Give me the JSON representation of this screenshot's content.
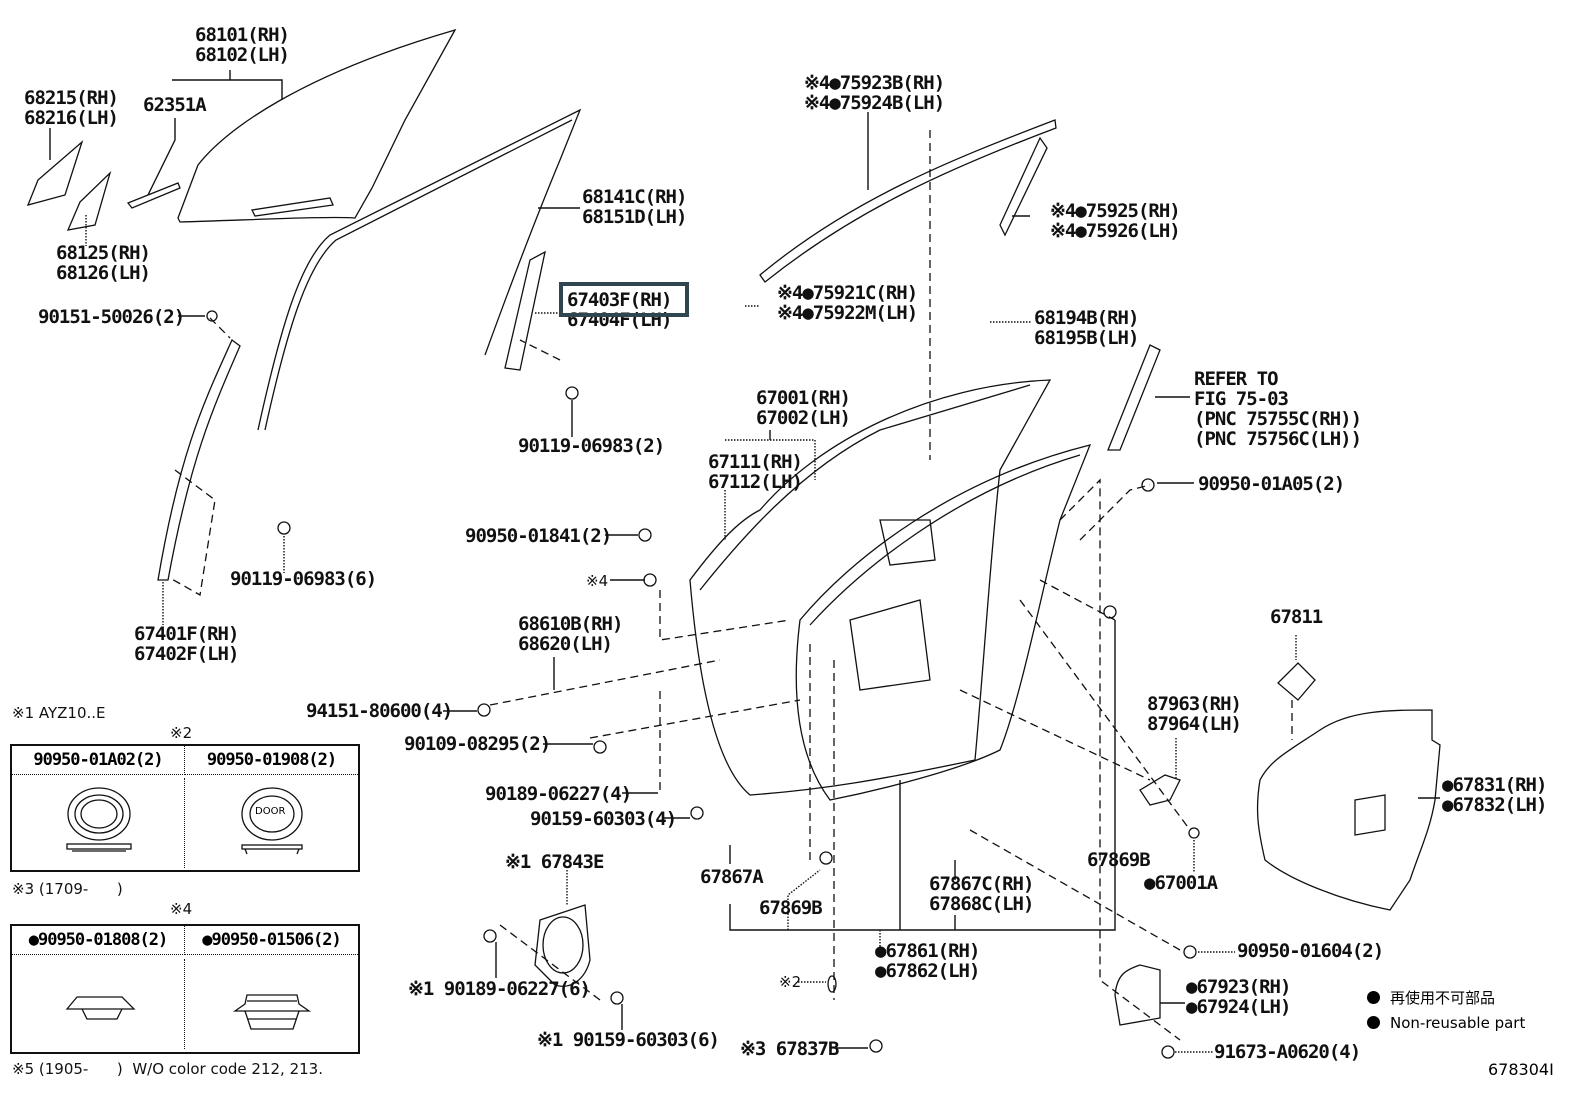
{
  "diagram": {
    "figure_number": "678304I",
    "highlighted_part": "67403F(RH)",
    "highlight_color": "#2f4550",
    "callouts": {
      "c68101": [
        "68101(RH)",
        "68102(LH)"
      ],
      "c62351": [
        "62351A"
      ],
      "c68215": [
        "68215(RH)",
        "68216(LH)"
      ],
      "c68125": [
        "68125(RH)",
        "68126(LH)"
      ],
      "c68141": [
        "68141C(RH)",
        "68151D(LH)"
      ],
      "c67403": [
        "67403F(RH)",
        "67404F(LH)"
      ],
      "c90151": [
        "90151-50026(2)"
      ],
      "c90119a": [
        "90119-06983(2)"
      ],
      "c90119b": [
        "90119-06983(6)"
      ],
      "c67401": [
        "67401F(RH)",
        "67402F(LH)"
      ],
      "c75923": [
        "※4●75923B(RH)",
        "※4●75924B(LH)"
      ],
      "c75925": [
        "※4●75925(RH)",
        "※4●75926(LH)"
      ],
      "c75921": [
        "※4●75921C(RH)",
        "※4●75922M(LH)"
      ],
      "c68194": [
        "68194B(RH)",
        "68195B(LH)"
      ],
      "refer": [
        "REFER TO",
        "FIG 75-03",
        "(PNC 75755C(RH))",
        "(PNC 75756C(LH))"
      ],
      "c67001": [
        "67001(RH)",
        "67002(LH)"
      ],
      "c67111": [
        "67111(RH)",
        "67112(LH)"
      ],
      "c90950a05": [
        "90950-01A05(2)"
      ],
      "c90950_01841": [
        "90950-01841(2)"
      ],
      "cx4": [
        "※4"
      ],
      "c68610": [
        "68610B(RH)",
        "68620(LH)"
      ],
      "c94151": [
        "94151-80600(4)"
      ],
      "c90109": [
        "90109-08295(2)"
      ],
      "c90189a": [
        "90189-06227(4)"
      ],
      "c90159a": [
        "90159-60303(4)"
      ],
      "c67843": [
        "※1 67843E"
      ],
      "c90189b": [
        "※1 90189-06227(6)"
      ],
      "c90159b": [
        "※1 90159-60303(6)"
      ],
      "c67867a": [
        "67867A"
      ],
      "c67869b_l": [
        "67869B"
      ],
      "cx2": [
        "※2"
      ],
      "c67837": [
        "※3 67837B"
      ],
      "c67867c": [
        "67867C(RH)",
        "67868C(LH)"
      ],
      "c67861": [
        "●67861(RH)",
        "●67862(LH)"
      ],
      "c67869b_r": [
        "67869B"
      ],
      "c67001a": [
        "●67001A"
      ],
      "c90950_01604": [
        "90950-01604(2)"
      ],
      "c67923": [
        "●67923(RH)",
        "●67924(LH)"
      ],
      "c91673": [
        "91673-A0620(4)"
      ],
      "c67811": [
        "67811"
      ],
      "c87963": [
        "87963(RH)",
        "87964(LH)"
      ],
      "c67831": [
        "●67831(RH)",
        "●67832(LH)"
      ]
    },
    "notes": {
      "n1": "※1 AYZ10..E",
      "n2_title": "※2",
      "n3": "※3 (1709-      )",
      "n4_title": "※4",
      "n5": "※5 (1905-      )  W/O color code 212, 213."
    },
    "table_x2": {
      "headers": [
        "90950-01A02(2)",
        "90950-01908(2)"
      ],
      "door_text": "DOOR"
    },
    "table_x4": {
      "headers": [
        "●90950-01808(2)",
        "●90950-01506(2)"
      ]
    },
    "legend": {
      "items": [
        {
          "symbol": "●",
          "text": "再使用不可部品"
        },
        {
          "symbol": "●",
          "text": "Non-reusable part"
        }
      ]
    }
  }
}
